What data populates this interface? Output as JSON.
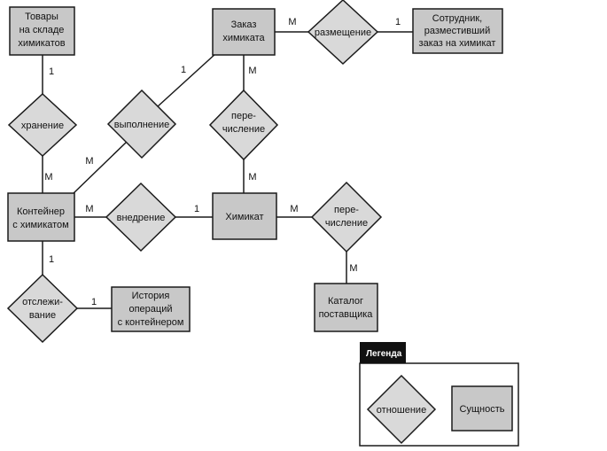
{
  "entities": {
    "warehouse_stock": [
      "Товары",
      "на складе",
      "химикатов"
    ],
    "chemical_order": [
      "Заказ",
      "химиката"
    ],
    "employee": [
      "Сотрудник,",
      "разместивший",
      "заказ на химикат"
    ],
    "container": [
      "Контейнер",
      "с химикатом"
    ],
    "chemical": [
      "Химикат"
    ],
    "history": [
      "История",
      "операций",
      "с контейнером"
    ],
    "vendor_catalog": [
      "Каталог",
      "поставщика"
    ]
  },
  "relationships": {
    "placement": [
      "размещение"
    ],
    "storage": [
      "хранение"
    ],
    "fulfillment": [
      "выполнение"
    ],
    "listing_top": [
      "пере-",
      "числение"
    ],
    "embedding": [
      "внедрение"
    ],
    "listing_right": [
      "пере-",
      "числение"
    ],
    "tracking": [
      "отслежи-",
      "вание"
    ]
  },
  "cardinalities": {
    "order_placement": "М",
    "placement_employee": "1",
    "stock_storage": "1",
    "storage_container": "М",
    "order_fulfillment": "1",
    "fulfillment_container": "М",
    "order_listing": "М",
    "listing_chemical": "М",
    "container_embedding": "М",
    "embedding_chemical": "1",
    "chemical_listing": "М",
    "listing_catalog": "М",
    "container_tracking": "1",
    "tracking_history": "1"
  },
  "legend": {
    "title": "Легенда",
    "relationship_label": "отношение",
    "entity_label": "Сущность"
  }
}
